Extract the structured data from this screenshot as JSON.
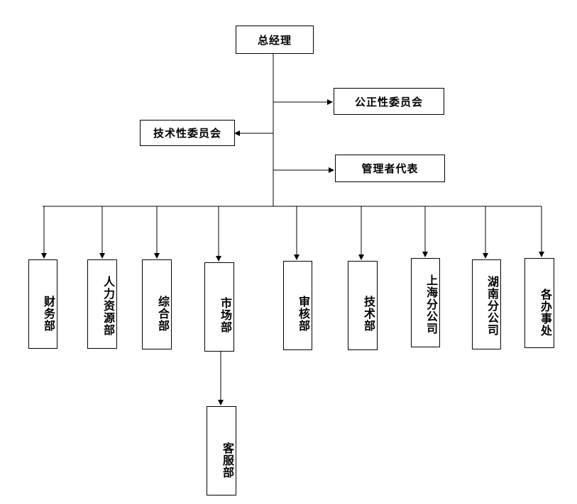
{
  "chart_title": "",
  "top": {
    "label": "总经理"
  },
  "staff": [
    {
      "label": "公正性委员会"
    },
    {
      "label": "技术性委员会"
    },
    {
      "label": "管理者代表"
    }
  ],
  "departments": [
    {
      "label": "财务部"
    },
    {
      "label": "人力资源部"
    },
    {
      "label": "综合部"
    },
    {
      "label": "市场部"
    },
    {
      "label": "审核部"
    },
    {
      "label": "技术部"
    },
    {
      "label": "上海分公司"
    },
    {
      "label": "湖南分公司"
    },
    {
      "label": "各办事处"
    }
  ],
  "sub_departments": [
    {
      "label": "客服部",
      "parent": "市场部"
    }
  ]
}
